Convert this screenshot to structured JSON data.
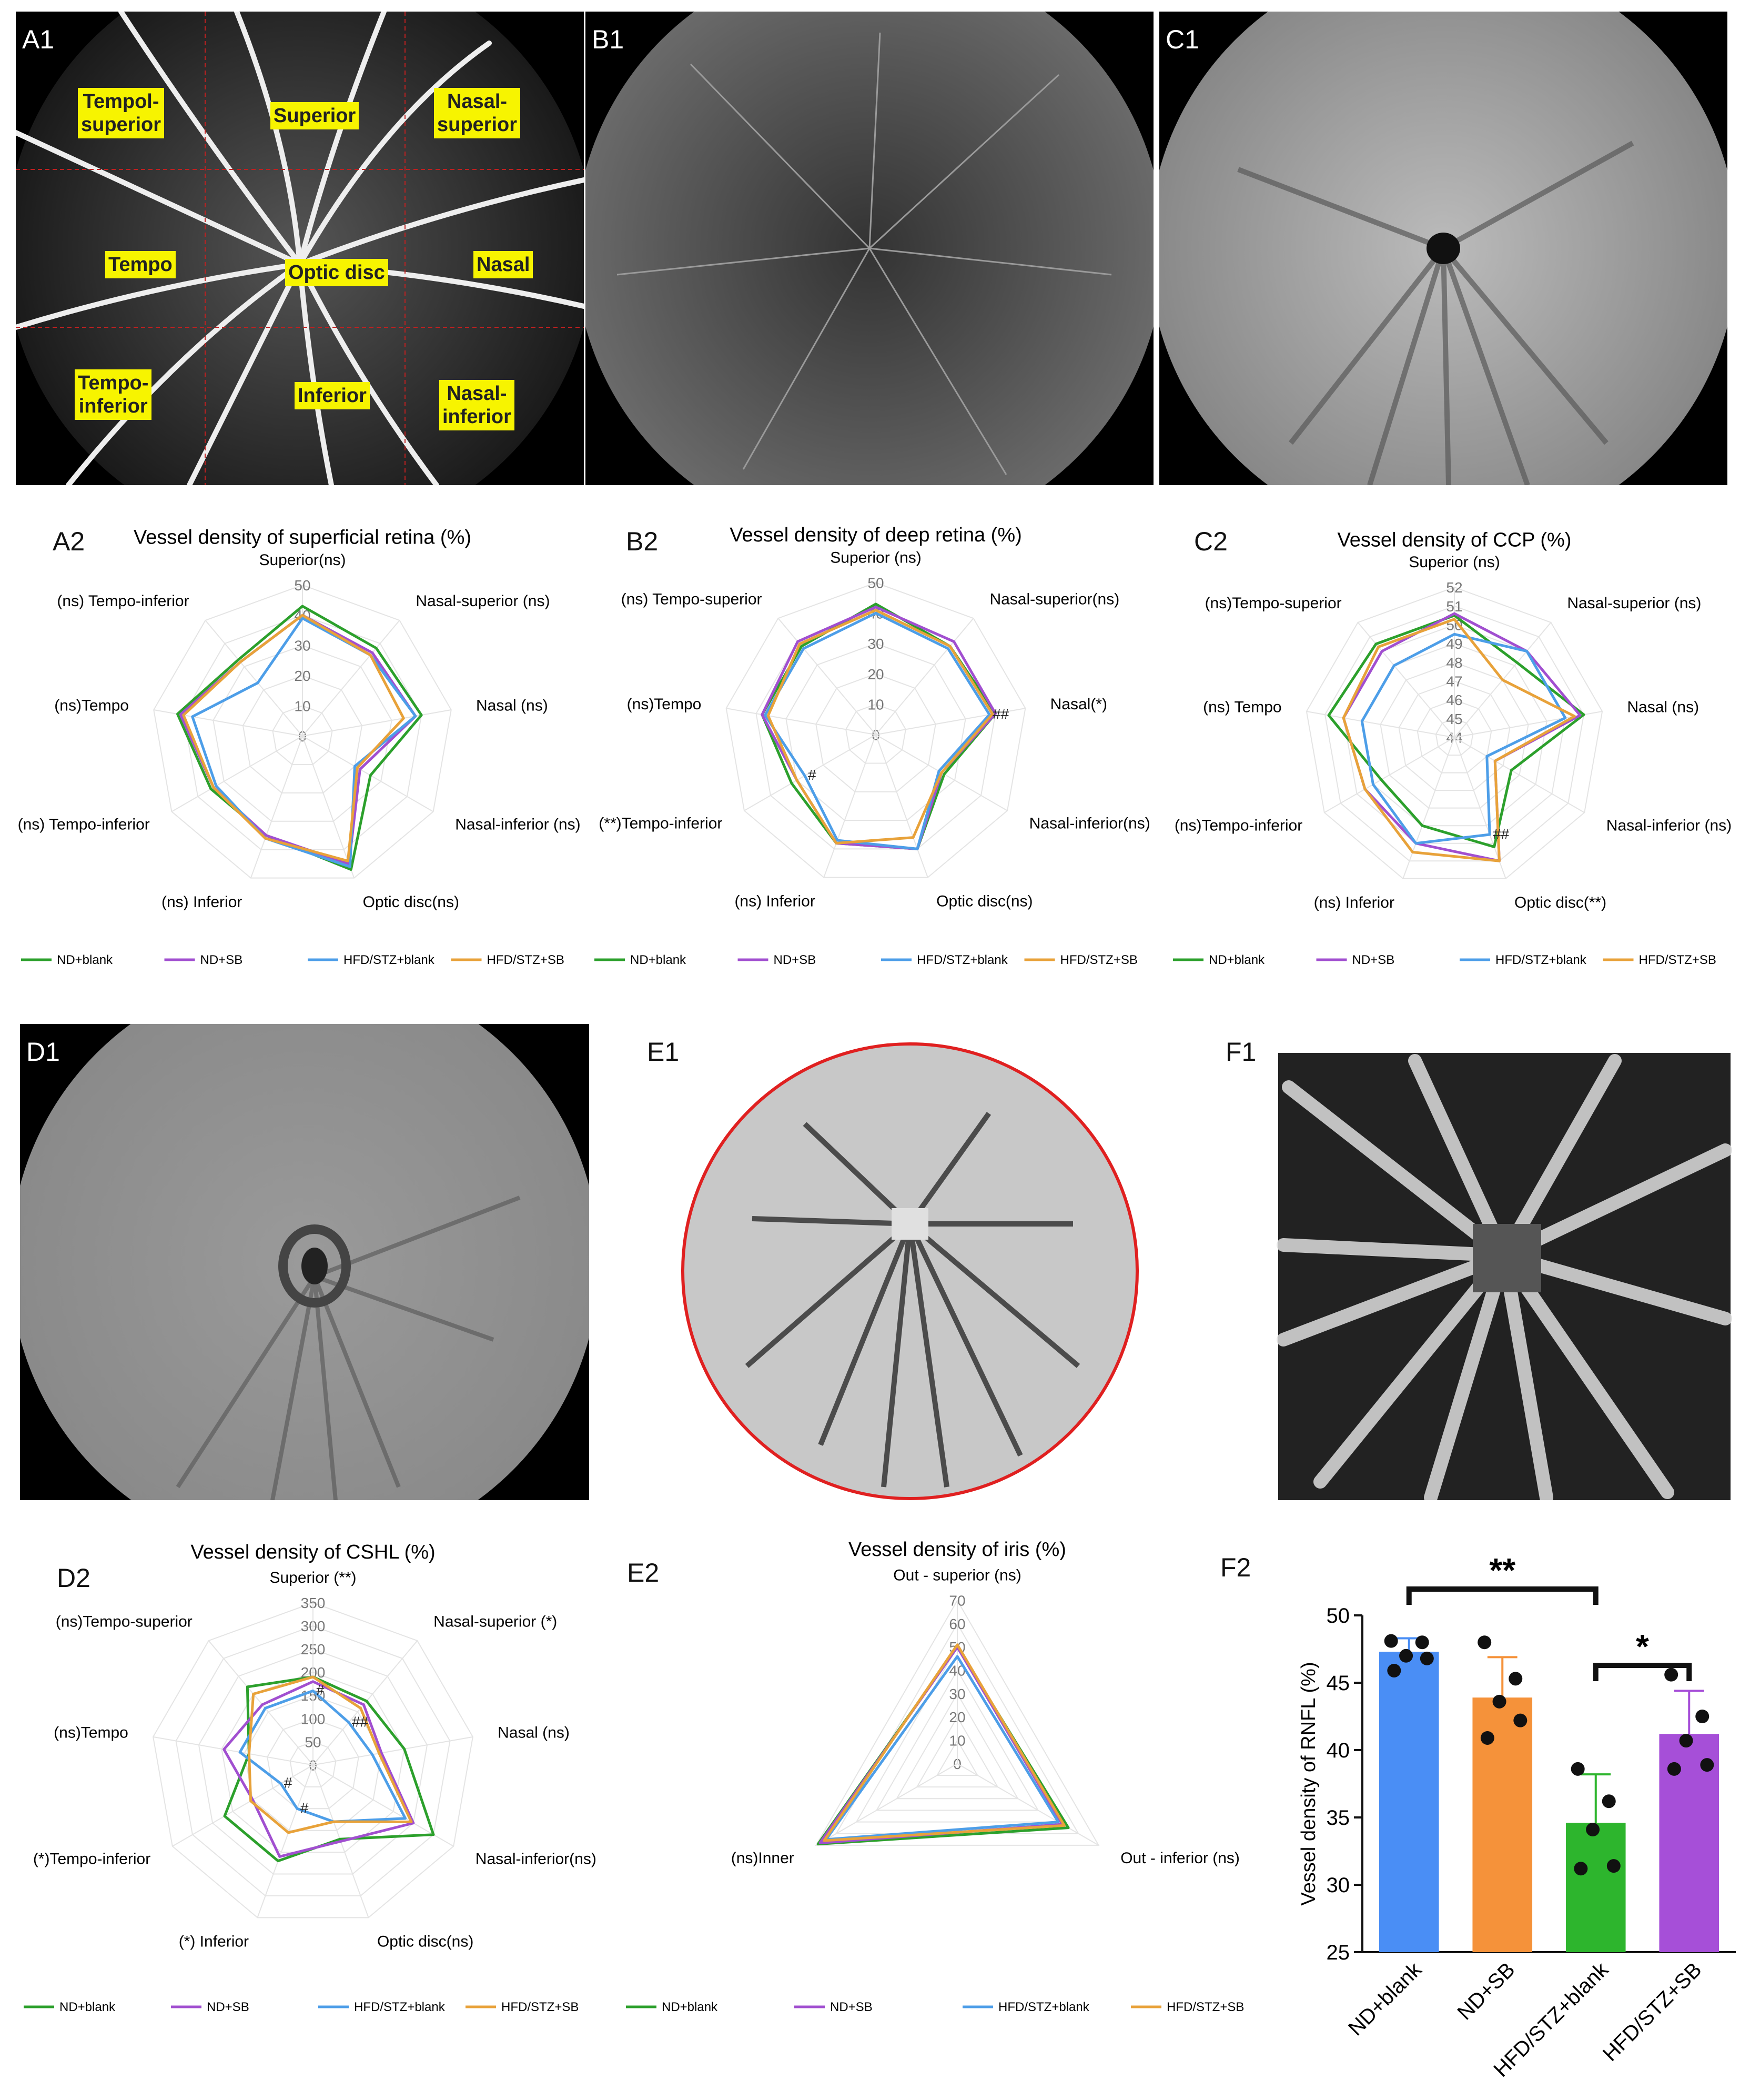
{
  "images": [
    {
      "label": "A1",
      "tags": [
        "Tempol-\nsuperior",
        "Superior",
        "Nasal-\nsuperior",
        "Tempo",
        "Optic disc",
        "Nasal",
        "Tempo-\ninferior",
        "Inferior",
        "Nasal-\ninferior"
      ]
    },
    {
      "label": "B1"
    },
    {
      "label": "C1"
    },
    {
      "label": "D1"
    },
    {
      "label": "E1"
    },
    {
      "label": "F1"
    }
  ],
  "colors": {
    "nd_blank": "#2ca02c",
    "nd_sb": "#a14fd0",
    "hfd_blank": "#4d9ee8",
    "hfd_sb": "#e8a23a"
  },
  "legend": [
    "ND+blank",
    "ND+SB",
    "HFD/STZ+blank",
    "HFD/STZ+SB"
  ],
  "chart_data": [
    {
      "panel": "A2",
      "type": "radar",
      "title": "Vessel density of superficial retina (%)",
      "axes": [
        "Superior(ns)",
        "Nasal-superior (ns)",
        "Nasal (ns)",
        "Nasal-inferior (ns)",
        "Optic disc(ns)",
        "(ns) Inferior",
        "(ns) Tempo-inferior",
        "(ns)Tempo",
        "(ns) Tempo-inferior"
      ],
      "ticks": [
        "0",
        "10",
        "20",
        "30",
        "40",
        "50"
      ],
      "range": [
        0,
        50
      ],
      "marks": [],
      "series": [
        {
          "name": "ND+blank",
          "values": [
            43,
            38,
            40,
            26,
            47,
            35,
            35,
            42,
            33
          ]
        },
        {
          "name": "ND+SB",
          "values": [
            40,
            36,
            38,
            22,
            45,
            35,
            34,
            41,
            32
          ]
        },
        {
          "name": "HFD/STZ+blank",
          "values": [
            39,
            35,
            38,
            20,
            46,
            36,
            33,
            37,
            23
          ]
        },
        {
          "name": "HFD/STZ+SB",
          "values": [
            40,
            35,
            34,
            21,
            44,
            36,
            34,
            40,
            32
          ]
        }
      ]
    },
    {
      "panel": "B2",
      "type": "radar",
      "title": "Vessel density of deep retina (%)",
      "axes": [
        "Superior (ns)",
        "Nasal-superior(ns)",
        "Nasal(*)",
        "Nasal-inferior(ns)",
        "Optic disc(ns)",
        "(ns) Inferior",
        "(**)Tempo-inferior",
        "(ns)Tempo",
        "(ns) Tempo-superior"
      ],
      "ticks": [
        "0",
        "10",
        "20",
        "30",
        "40",
        "50"
      ],
      "range": [
        0,
        50
      ],
      "marks": [
        {
          "axis": 2,
          "text": "##"
        },
        {
          "axis": 6,
          "text": "#"
        }
      ],
      "series": [
        {
          "name": "ND+blank",
          "values": [
            43,
            38,
            40,
            26,
            40,
            38,
            32,
            38,
            38
          ]
        },
        {
          "name": "ND+SB",
          "values": [
            42,
            40,
            40,
            25,
            40,
            38,
            30,
            38,
            40
          ]
        },
        {
          "name": "HFD/STZ+blank",
          "values": [
            40,
            37,
            38,
            24,
            40,
            37,
            27,
            37,
            37
          ]
        },
        {
          "name": "HFD/STZ+SB",
          "values": [
            41,
            38,
            39,
            25,
            36,
            38,
            30,
            36,
            39
          ]
        }
      ]
    },
    {
      "panel": "C2",
      "type": "radar",
      "title": "Vessel density of CCP (%)",
      "axes": [
        "Superior (ns)",
        "Nasal-superior (ns)",
        "Nasal (ns)",
        "Nasal-inferior (ns)",
        "Optic disc(**)",
        "(ns) Inferior",
        "(ns)Tempo-inferior",
        "(ns) Tempo",
        "(ns)Tempo-superior"
      ],
      "ticks": [
        "44",
        "45",
        "46",
        "47",
        "48",
        "49",
        "50",
        "51",
        "52"
      ],
      "range": [
        44,
        52
      ],
      "marks": [
        {
          "axis": 4,
          "text": "##"
        }
      ],
      "series": [
        {
          "name": "ND+blank",
          "values": [
            50.5,
            49.2,
            51.0,
            47.5,
            50.2,
            49.0,
            48.5,
            50.8,
            50.5
          ]
        },
        {
          "name": "ND+SB",
          "values": [
            50.6,
            50.0,
            50.8,
            46.5,
            51.0,
            50.0,
            49.5,
            50.0,
            50.0
          ]
        },
        {
          "name": "HFD/STZ+blank",
          "values": [
            49.5,
            50.0,
            50.0,
            46.0,
            49.5,
            50.0,
            49.0,
            49.0,
            49.0
          ]
        },
        {
          "name": "HFD/STZ+SB",
          "values": [
            50.3,
            48.0,
            50.5,
            46.5,
            51.0,
            50.5,
            49.5,
            50.0,
            50.3
          ]
        }
      ]
    },
    {
      "panel": "D2",
      "type": "radar",
      "title": "Vessel density of CSHL (%)",
      "axes": [
        "Superior (**)",
        "Nasal-superior (*)",
        "Nasal (ns)",
        "Nasal-inferior(ns)",
        "Optic disc(ns)",
        "(*) Inferior",
        "(*)Tempo-inferior",
        "(ns)Tempo",
        "(ns)Tempo-superior"
      ],
      "ticks": [
        "0",
        "50",
        "100",
        "150",
        "200",
        "250",
        "300",
        "350"
      ],
      "range": [
        0,
        350
      ],
      "marks": [
        {
          "axis": 0,
          "text": "#"
        },
        {
          "axis": 1,
          "text": "##"
        },
        {
          "axis": 5,
          "text": "#"
        },
        {
          "axis": 6,
          "text": "#"
        }
      ],
      "series": [
        {
          "name": "ND+blank",
          "values": [
            190,
            180,
            200,
            300,
            170,
            220,
            220,
            140,
            220
          ]
        },
        {
          "name": "ND+SB",
          "values": [
            180,
            170,
            150,
            250,
            175,
            210,
            150,
            195,
            170
          ]
        },
        {
          "name": "HFD/STZ+blank",
          "values": [
            160,
            120,
            130,
            230,
            130,
            100,
            80,
            160,
            160
          ]
        },
        {
          "name": "HFD/STZ+SB",
          "values": [
            190,
            160,
            145,
            245,
            130,
            155,
            155,
            140,
            200
          ]
        }
      ]
    },
    {
      "panel": "E2",
      "type": "radar",
      "title": "Vessel density of iris (%)",
      "axes": [
        "Out - superior (ns)",
        "Out - inferior (ns)",
        "(ns)Inner"
      ],
      "ticks": [
        "0",
        "10",
        "20",
        "30",
        "40",
        "50",
        "60",
        "70"
      ],
      "range": [
        0,
        70
      ],
      "marks": [],
      "series": [
        {
          "name": "ND+blank",
          "values": [
            50,
            55,
            69
          ]
        },
        {
          "name": "ND+SB",
          "values": [
            50,
            52,
            68
          ]
        },
        {
          "name": "HFD/STZ+blank",
          "values": [
            46,
            50,
            65
          ]
        },
        {
          "name": "HFD/STZ+SB",
          "values": [
            51,
            53,
            66
          ]
        }
      ]
    },
    {
      "panel": "F2",
      "type": "bar",
      "title": "",
      "ylabel": "Vessel density of RNFL (%)",
      "categories": [
        "ND+blank",
        "ND+SB",
        "HFD/STZ+blank",
        "HFD/STZ+SB"
      ],
      "values": [
        47.3,
        43.9,
        34.6,
        41.2
      ],
      "errors": [
        1.0,
        3.0,
        3.6,
        3.2
      ],
      "points": [
        [
          48.1,
          48.0,
          47.0,
          46.8,
          45.9
        ],
        [
          48.0,
          45.3,
          43.6,
          42.2,
          40.9
        ],
        [
          38.6,
          36.2,
          34.1,
          31.4,
          31.2
        ],
        [
          45.6,
          42.5,
          40.7,
          38.9,
          38.6
        ]
      ],
      "bar_colors": [
        "#4a8ef5",
        "#f5923a",
        "#2db52d",
        "#a64fd8"
      ],
      "ylim": [
        25,
        50
      ],
      "yticks": [
        "25",
        "30",
        "35",
        "40",
        "45",
        "50"
      ],
      "sig": [
        {
          "from": 0,
          "to": 2,
          "text": "**"
        },
        {
          "from": 2,
          "to": 3,
          "text": "*"
        }
      ]
    }
  ]
}
